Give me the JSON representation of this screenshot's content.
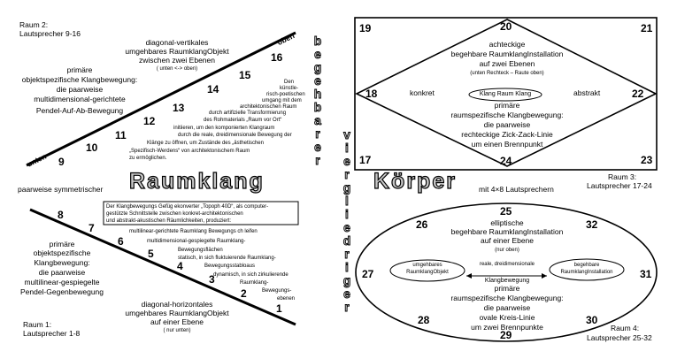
{
  "rooms": {
    "r2_title": "Raum 2:",
    "r2_sub": "Lautsprecher 9-16",
    "r1_title": "Raum 1:",
    "r1_sub": "Lautsprecher 1-8",
    "r3_title": "Raum 3:",
    "r3_sub": "Lautsprecher 17-24",
    "r4_title": "Raum 4:",
    "r4_sub": "Lautsprecher 25-32"
  },
  "headings": {
    "raumklang": "Raumklang",
    "koerper": "Körper",
    "begehbarer": "begehbarer",
    "vierglied": "viergliedriger",
    "lautsprechern": "mit 4×8 Lautsprechern",
    "paarweise": "paarweise symmetrischer"
  },
  "upper_left": {
    "oben": "oben",
    "unten": "unten",
    "diag1": "diagonal-vertikales",
    "diag2": "umgehbares RaumklangObjekt",
    "diag3": "zwischen zwei Ebenen",
    "diag4": "( unten <-> oben)",
    "prim1": "primäre",
    "prim2": "objektspezifische Klangbewegung:",
    "prim3": "die paarweise",
    "prim4": "multidimensional-gerichtete",
    "prim5": "Pendel-Auf-Ab-Bewegung",
    "small1": "Den",
    "small2": "künstle-",
    "small3": "risch-poetischen",
    "small4": "umgang mit dem",
    "small5": "architektonischen Raum",
    "small6": "durch artifizielle Transformierung",
    "small7": "des Rohmaterials „Raum vor Ort“",
    "small8": "initiieren, um den komponierten Klangraum",
    "small9": "durch die reale, dreidimensionale Bewegung der",
    "small10": "Klänge zu öffnen, um Zustände des „ästhetischen",
    "small11": "„Spezifisch-Werdens“ von architektonischem Raum",
    "small12": "zu ermöglichen."
  },
  "lower_left": {
    "box1": "Der Klangbewegungs Gefüg ekonverter „Topoph 40D“, als computer-",
    "box2": "gestützte Schnittstelle zwischen konkret-architektonischen",
    "box3": "und abstrakt-akustischen Räumlichkeiten, produziert:",
    "m1": "multilinear-gerichtete Raumklang Bewegungs ch leifen",
    "m2": "multidimensional-gespiegelte Raumklang-",
    "m3": "Bewegungsflächen",
    "m4": "statisch, in sich fluktuierende Raumklang-",
    "m5": "Bewegungsstabloaus",
    "m6": "dynamisch, in sich zirkulierende",
    "m7": "Raumklang-",
    "m8": "Bewegungs-",
    "m9": "ebenen",
    "prim1": "primäre",
    "prim2": "objektspezifische",
    "prim3": "Klangbewegung:",
    "prim4": "die paarweise",
    "prim5": "multilinear-gespiegelte",
    "prim6": "Pendel-Gegenbewegung",
    "diag1": "diagonal-horizontales",
    "diag2": "umgehbares RaumklangObjekt",
    "diag3": "auf einer Ebene",
    "diag4": "( nur unten)"
  },
  "upper_right": {
    "t1": "achteckige",
    "t2": "begehbare RaumklangInstallation",
    "t3": "auf zwei Ebenen",
    "t4": "(unten Rechteck – Raute oben)",
    "konkret": "konkret",
    "abstrakt": "abstrakt",
    "center": "Klang Raum Klang",
    "p1": "primäre",
    "p2": "raumspezifische Klangbewegung:",
    "p3": "die paarweise",
    "p4": "rechteckige Zick-Zack-Linie",
    "p5": "um einen Brennpunkt"
  },
  "lower_right": {
    "t1": "elliptische",
    "t2": "begehbare RaumklangInstallation",
    "t3": "auf einer Ebene",
    "t4": "(nur oben)",
    "left_oval1": "umgehbares",
    "left_oval2": "RaumklangObjekt",
    "right_oval1": "begehbare",
    "right_oval2": "RaumklangInstallation",
    "mid1": "reale, dreidimensionale",
    "mid2": "Klangbewegung",
    "p1": "primäre",
    "p2": "raumspezifische Klangbewegung:",
    "p3": "die paarweise",
    "p4": "ovale Kreis-Linie",
    "p5": "um zwei Brennpunkte"
  },
  "numbers": {
    "n1": "1",
    "n2": "2",
    "n3": "3",
    "n4": "4",
    "n5": "5",
    "n6": "6",
    "n7": "7",
    "n8": "8",
    "n9": "9",
    "n10": "10",
    "n11": "11",
    "n12": "12",
    "n13": "13",
    "n14": "14",
    "n15": "15",
    "n16": "16",
    "n17": "17",
    "n18": "18",
    "n19": "19",
    "n20": "20",
    "n21": "21",
    "n22": "22",
    "n23": "23",
    "n24": "24",
    "n25": "25",
    "n26": "26",
    "n27": "27",
    "n28": "28",
    "n29": "29",
    "n30": "30",
    "n31": "31",
    "n32": "32"
  }
}
